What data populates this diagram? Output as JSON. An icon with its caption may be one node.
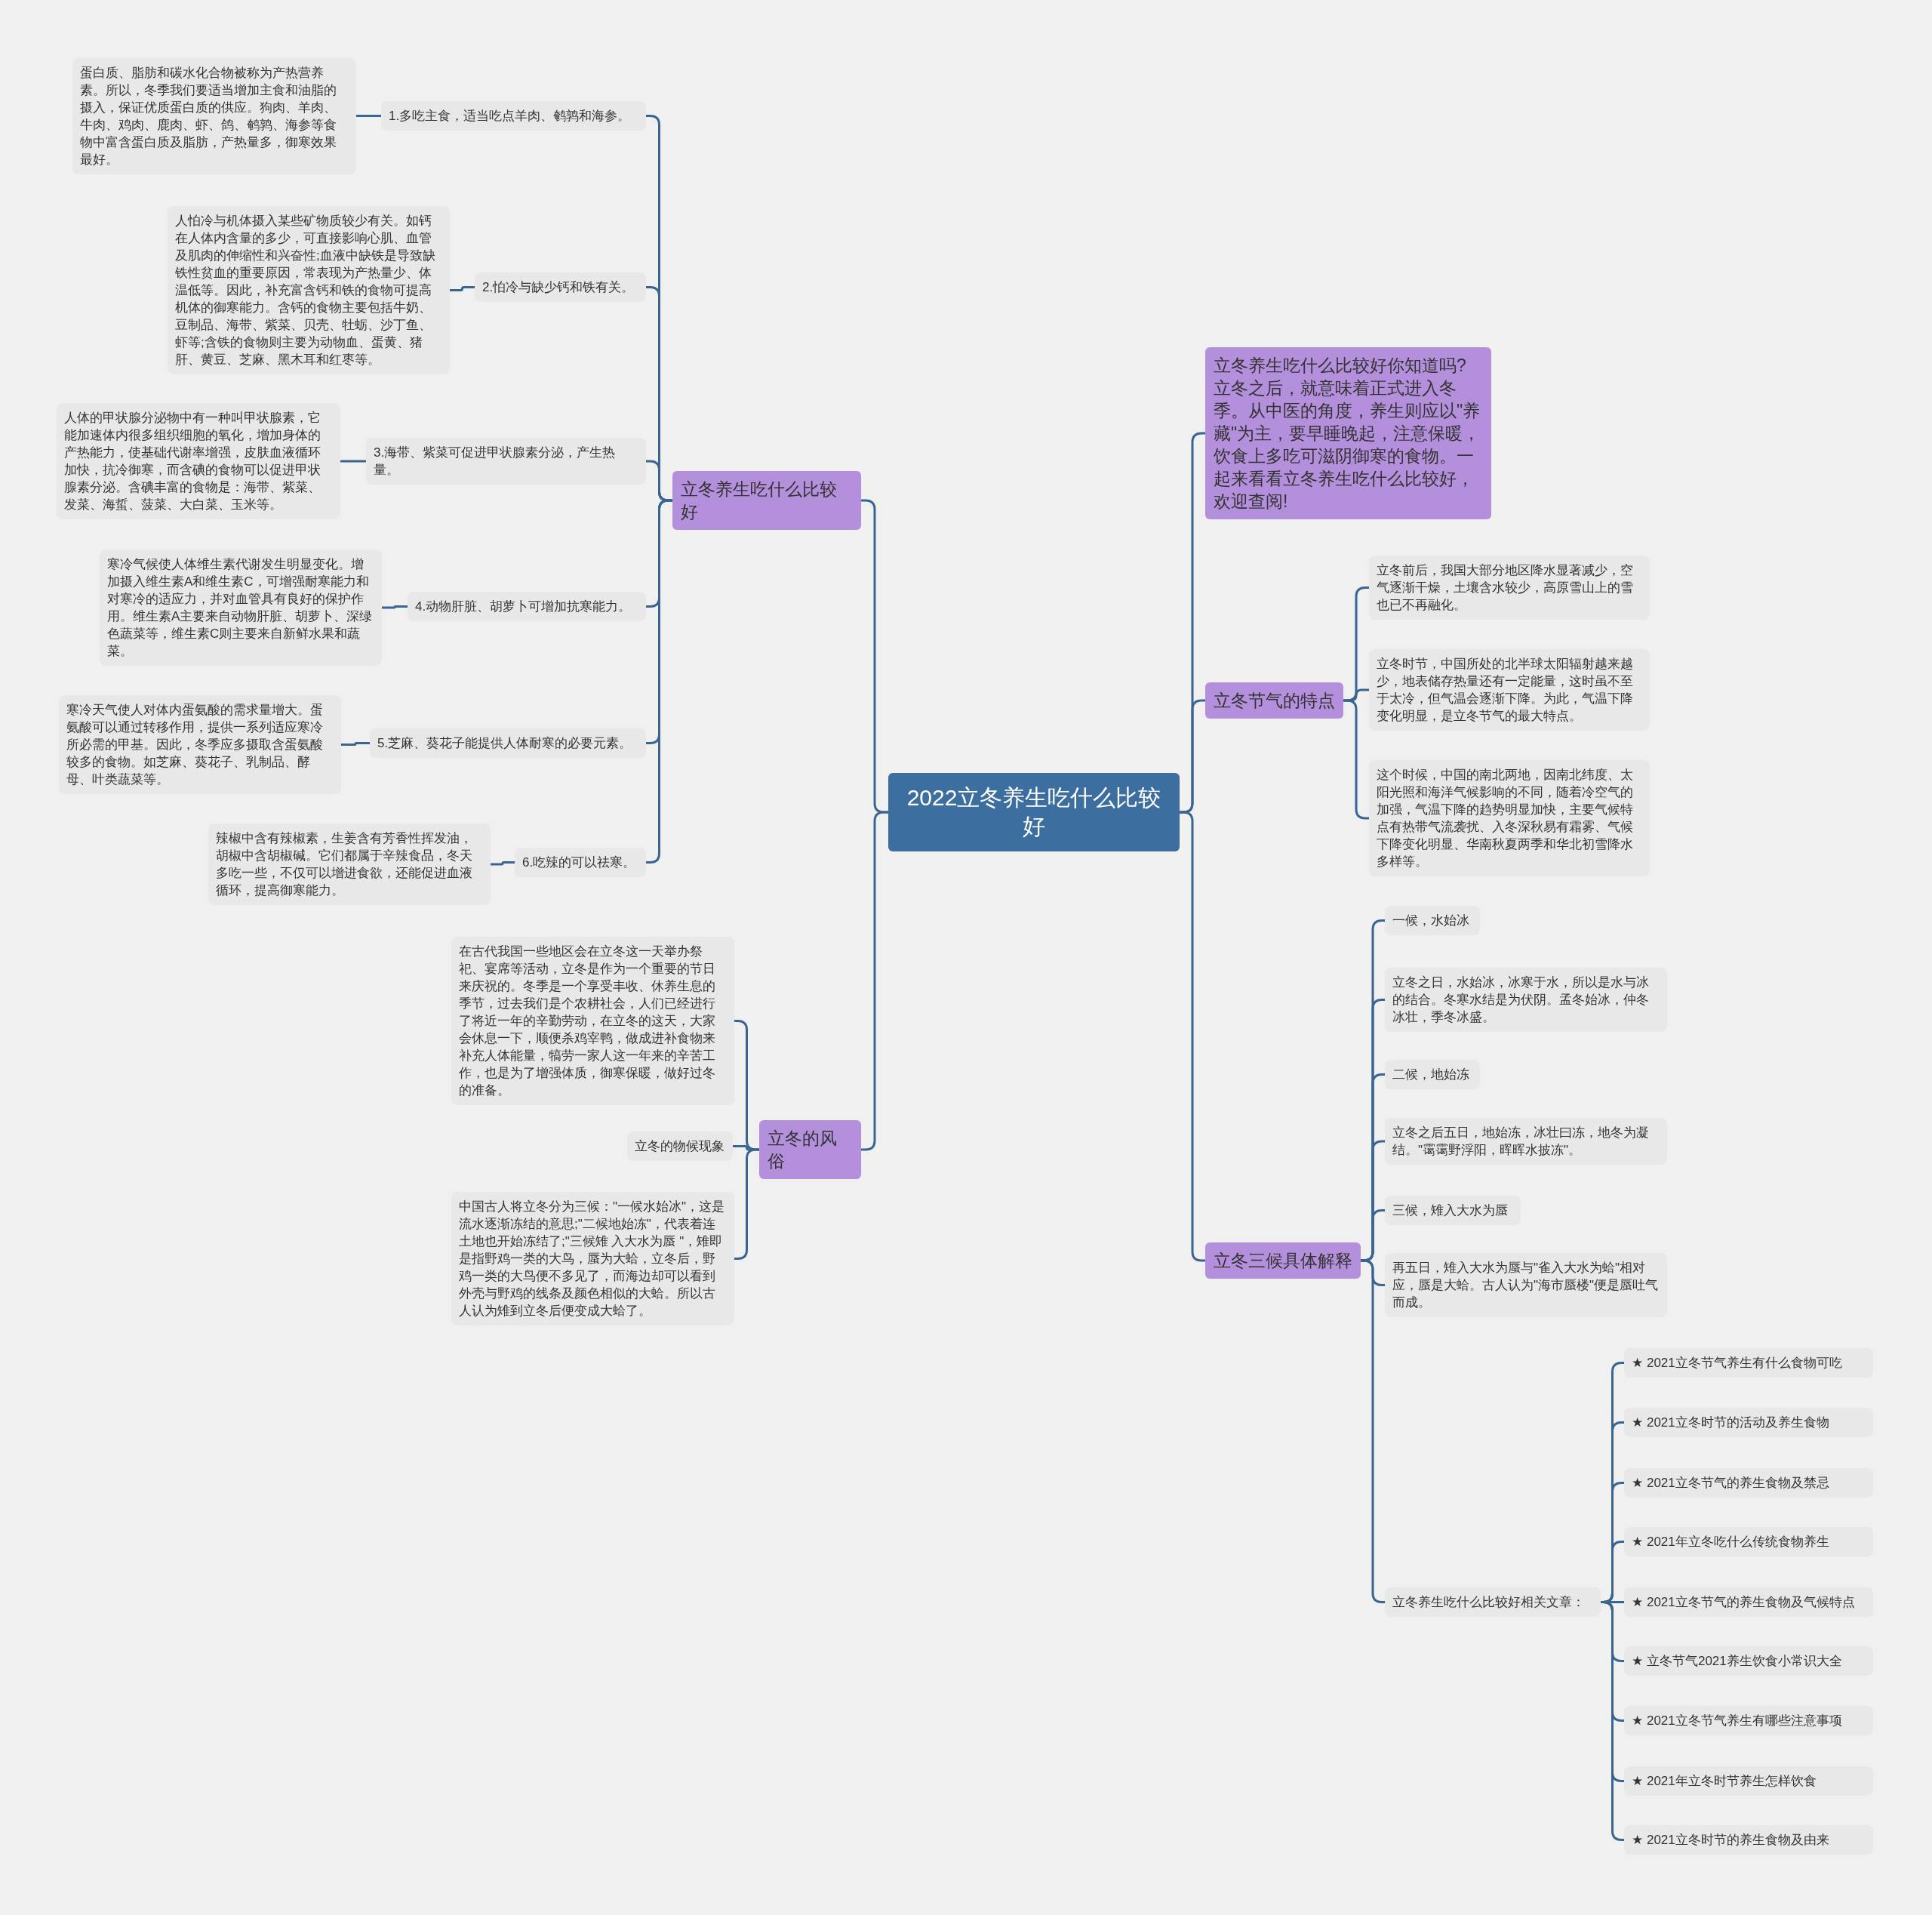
{
  "diagram": {
    "nodes": [
      {
        "text": [
          "2022立冬养生吃什么比较好"
        ]
      },
      {
        "text": [
          "立冬养生吃什么比较好"
        ]
      },
      {
        "text": [
          "1.多吃主食，适当吃点羊肉、鹌鹑和海参。"
        ]
      },
      {
        "text": [
          "蛋白质、脂肪和碳水化合物被称为产热营养素。所以，冬季我们要适当增加主食和油脂的摄入，保证优质蛋白质的供应。狗肉、羊肉、牛肉、鸡肉、鹿肉、虾、鸽、鹌鹑、海参等食物中富含蛋白质及脂肪，产热量多，御寒效果最好。"
        ]
      },
      {
        "text": [
          "2.怕冷与缺少钙和铁有关。"
        ]
      },
      {
        "text": [
          "人怕冷与机体摄入某些矿物质较少有关。如钙在人体内含量的多少，可直接影响心肌、血管及肌肉的伸缩性和兴奋性;血液中缺铁是导致缺铁性贫血的重要原因，常表现为产热量少、体温低等。因此，补充富含钙和铁的食物可提高机体的御寒能力。含钙的食物主要包括牛奶、豆制品、海带、紫菜、贝壳、牡蛎、沙丁鱼、虾等;含铁的食物则主要为动物血、蛋黄、猪肝、黄豆、芝麻、黑木耳和红枣等。"
        ]
      },
      {
        "text": [
          "3.海带、紫菜可促进甲状腺素分泌，产生热量。"
        ]
      },
      {
        "text": [
          "人体的甲状腺分泌物中有一种叫甲状腺素，它能加速体内很多组织细胞的氧化，增加身体的产热能力，使基础代谢率增强，皮肤血液循环加快，抗冷御寒，而含碘的食物可以促进甲状腺素分泌。含碘丰富的食物是：海带、紫菜、发菜、海蜇、菠菜、大白菜、玉米等。"
        ]
      },
      {
        "text": [
          "4.动物肝脏、胡萝卜可增加抗寒能力。"
        ]
      },
      {
        "text": [
          "寒冷气候使人体维生素代谢发生明显变化。增加摄入维生素A和维生素C，可增强耐寒能力和对寒冷的适应力，并对血管具有良好的保护作用。维生素A主要来自动物肝脏、胡萝卜、深绿色蔬菜等，维生素C则主要来自新鲜水果和蔬菜。"
        ]
      },
      {
        "text": [
          "5.芝麻、葵花子能提供人体耐寒的必要元素。"
        ]
      },
      {
        "text": [
          "寒冷天气使人对体内蛋氨酸的需求量增大。蛋氨酸可以通过转移作用，提供一系列适应寒冷所必需的甲基。因此，冬季应多摄取含蛋氨酸较多的食物。如芝麻、葵花子、乳制品、酵母、叶类蔬菜等。"
        ]
      },
      {
        "text": [
          "6.吃辣的可以祛寒。"
        ]
      },
      {
        "text": [
          "辣椒中含有辣椒素，生姜含有芳香性挥发油，胡椒中含胡椒碱。它们都属于辛辣食品，冬天多吃一些，不仅可以增进食欲，还能促进血液循环，提高御寒能力。"
        ]
      },
      {
        "text": [
          "立冬的风俗"
        ]
      },
      {
        "text": [
          "在古代我国一些地区会在立冬这一天举办祭祀、宴席等活动，立冬是作为一个重要的节日来庆祝的。冬季是一个享受丰收、休养生息的季节，过去我们是个农耕社会，人们已经进行了将近一年的辛勤劳动，在立冬的这天，大家会休息一下，顺便杀鸡宰鸭，做成进补食物来补充人体能量，犒劳一家人这一年来的辛苦工作，也是为了增强体质，御寒保暖，做好过冬的准备。"
        ]
      },
      {
        "text": [
          "立冬的物候现象"
        ]
      },
      {
        "text": [
          "中国古人将立冬分为三候：\"一候水始冰\"，这是流水逐渐冻结的意思;\"二候地始冻\"，代表着连土地也开始冻结了;\"三候雉 入大水为蜃 \"，雉即是指野鸡一类的大鸟，蜃为大蛤，立冬后，野鸡一类的大鸟便不多见了，而海边却可以看到外壳与野鸡的线条及颜色相似的大蛤。所以古人认为雉到立冬后便变成大蛤了。"
        ]
      },
      {
        "text": [
          "立冬养生吃什么比较好你知道吗?立冬之后，就意味着正式进入冬季。从中医的角度，养生则应以\"养藏\"为主，要早睡晚起，注意保暖，饮食上多吃可滋阴御寒的食物。一起来看看立冬养生吃什么比较好，欢迎查阅!"
        ]
      },
      {
        "text": [
          "立冬节气的特点"
        ]
      },
      {
        "text": [
          "立冬前后，我国大部分地区降水显著减少，空气逐渐干燥，土壤含水较少，高原雪山上的雪也已不再融化。"
        ]
      },
      {
        "text": [
          "立冬时节，中国所处的北半球太阳辐射越来越少，地表储存热量还有一定能量，这时虽不至于太冷，但气温会逐渐下降。为此，气温下降变化明显，是立冬节气的最大特点。"
        ]
      },
      {
        "text": [
          "这个时候，中国的南北两地，因南北纬度、太阳光照和海洋气候影响的不同，随着冷空气的加强，气温下降的趋势明显加快，主要气候特点有热带气流袭扰、入冬深秋易有霜雾、气候下降变化明显、华南秋夏两季和华北初雪降水多样等。"
        ]
      },
      {
        "text": [
          "立冬三候具体解释"
        ]
      },
      {
        "text": [
          "一候，水始冰"
        ]
      },
      {
        "text": [
          "立冬之日，水始冰，冰寒于水，所以是水与冰的结合。冬寒水结是为伏阴。孟冬始冰，仲冬冰壮，季冬冰盛。"
        ]
      },
      {
        "text": [
          "二候，地始冻"
        ]
      },
      {
        "text": [
          "立冬之后五日，地始冻，冰壮曰冻，地冬为凝结。\"霭霭野浮阳，晖晖水披冻\"。"
        ]
      },
      {
        "text": [
          "三候，雉入大水为蜃"
        ]
      },
      {
        "text": [
          "再五日，雉入大水为蜃与\"雀入大水为蛤\"相对应，蜃是大蛤。古人认为\"海市蜃楼\"便是蜃吐气而成。"
        ]
      },
      {
        "text": [
          "立冬养生吃什么比较好相关文章："
        ]
      },
      {
        "text": [
          "★ 2021立冬节气养生有什么食物可吃"
        ]
      },
      {
        "text": [
          "★ 2021立冬时节的活动及养生食物"
        ]
      },
      {
        "text": [
          "★ 2021立冬节气的养生食物及禁忌"
        ]
      },
      {
        "text": [
          "★ 2021年立冬吃什么传统食物养生"
        ]
      },
      {
        "text": [
          "★ 2021立冬节气的养生食物及气候特点"
        ]
      },
      {
        "text": [
          "★ 立冬节气2021养生饮食小常识大全"
        ]
      },
      {
        "text": [
          "★ 2021立冬节气养生有哪些注意事项"
        ]
      },
      {
        "text": [
          "★ 2021年立冬时节养生怎样饮食"
        ]
      },
      {
        "text": [
          "★ 2021立冬时节的养生食物及由来"
        ]
      }
    ],
    "edges": [
      {
        "from": 0,
        "to": 1,
        "arrow": "none"
      },
      {
        "from": 1,
        "to": 2,
        "arrow": "none"
      },
      {
        "from": 2,
        "to": 3,
        "arrow": "none"
      },
      {
        "from": 1,
        "to": 4,
        "arrow": "none"
      },
      {
        "from": 4,
        "to": 5,
        "arrow": "none"
      },
      {
        "from": 1,
        "to": 6,
        "arrow": "none"
      },
      {
        "from": 6,
        "to": 7,
        "arrow": "none"
      },
      {
        "from": 1,
        "to": 8,
        "arrow": "none"
      },
      {
        "from": 8,
        "to": 9,
        "arrow": "none"
      },
      {
        "from": 1,
        "to": 10,
        "arrow": "none"
      },
      {
        "from": 10,
        "to": 11,
        "arrow": "none"
      },
      {
        "from": 1,
        "to": 12,
        "arrow": "none"
      },
      {
        "from": 12,
        "to": 13,
        "arrow": "none"
      },
      {
        "from": 0,
        "to": 14,
        "arrow": "none"
      },
      {
        "from": 14,
        "to": 15,
        "arrow": "none"
      },
      {
        "from": 14,
        "to": 16,
        "arrow": "none"
      },
      {
        "from": 14,
        "to": 17,
        "arrow": "none"
      },
      {
        "from": 0,
        "to": 18,
        "arrow": "none"
      },
      {
        "from": 0,
        "to": 19,
        "arrow": "none"
      },
      {
        "from": 19,
        "to": 20,
        "arrow": "none"
      },
      {
        "from": 19,
        "to": 21,
        "arrow": "none"
      },
      {
        "from": 19,
        "to": 22,
        "arrow": "none"
      },
      {
        "from": 0,
        "to": 23,
        "arrow": "none"
      },
      {
        "from": 23,
        "to": 24,
        "arrow": "none"
      },
      {
        "from": 23,
        "to": 25,
        "arrow": "none"
      },
      {
        "from": 23,
        "to": 26,
        "arrow": "none"
      },
      {
        "from": 23,
        "to": 27,
        "arrow": "none"
      },
      {
        "from": 23,
        "to": 28,
        "arrow": "none"
      },
      {
        "from": 23,
        "to": 29,
        "arrow": "none"
      },
      {
        "from": 23,
        "to": 30,
        "arrow": "none"
      },
      {
        "from": 30,
        "to": 31,
        "arrow": "none"
      },
      {
        "from": 30,
        "to": 32,
        "arrow": "none"
      },
      {
        "from": 30,
        "to": 33,
        "arrow": "none"
      },
      {
        "from": 30,
        "to": 34,
        "arrow": "none"
      },
      {
        "from": 30,
        "to": 35,
        "arrow": "none"
      },
      {
        "from": 30,
        "to": 36,
        "arrow": "none"
      },
      {
        "from": 30,
        "to": 37,
        "arrow": "none"
      },
      {
        "from": 30,
        "to": 38,
        "arrow": "none"
      },
      {
        "from": 30,
        "to": 39,
        "arrow": "none"
      }
    ]
  }
}
